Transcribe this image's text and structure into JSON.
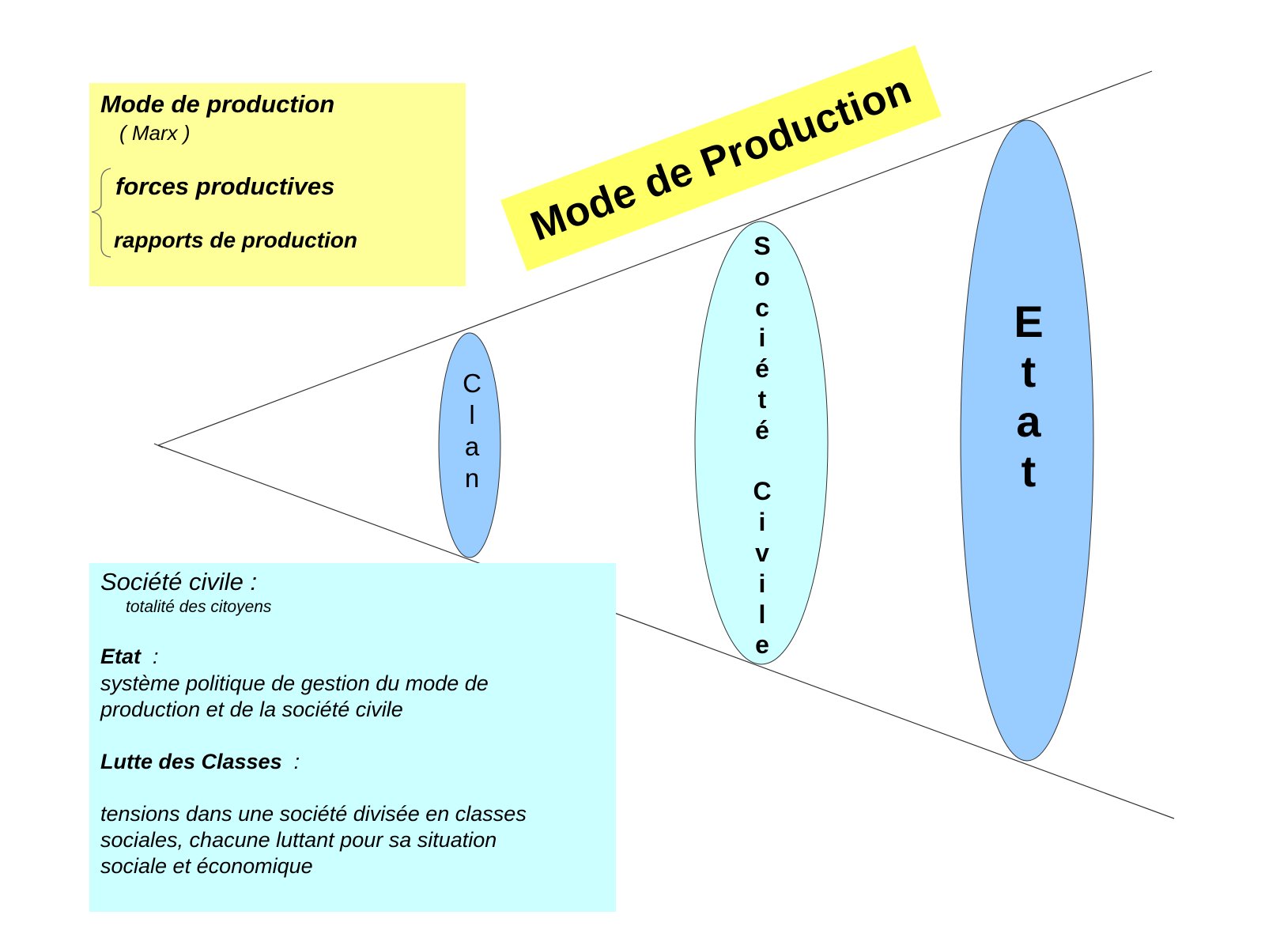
{
  "colors": {
    "yellow_box": "#ffff99",
    "cyan_box": "#ccffff",
    "banner": "#ffff66",
    "ellipse_blue": "#99ccff",
    "ellipse_cyan": "#ccffff"
  },
  "banner": {
    "title": "Mode de Production"
  },
  "legend_box": {
    "title": "Mode de production",
    "author": "( Marx )",
    "items": [
      "forces productives",
      "rapports de production"
    ]
  },
  "ellipses": {
    "clan": "Clan",
    "societe_civile": "Société Civile",
    "etat": "Etat"
  },
  "definitions": {
    "societe_civile_title": "Société civile :",
    "societe_civile_text": "totalité des citoyens",
    "etat_title": "Etat",
    "etat_colon": ":",
    "etat_text_1": "système politique de gestion du mode de",
    "etat_text_2": "production et de la société civile",
    "lutte_title": "Lutte des Classes",
    "lutte_colon": ":",
    "lutte_text_1": "tensions dans une société divisée en classes",
    "lutte_text_2": "sociales, chacune luttant pour sa situation",
    "lutte_text_3": "sociale et économique"
  }
}
